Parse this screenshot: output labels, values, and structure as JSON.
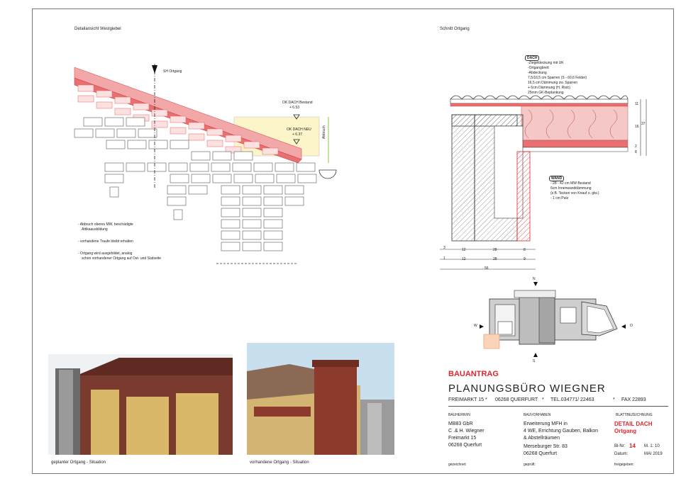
{
  "views": {
    "left_title": "Detailansicht Westgiebel",
    "right_title": "Schnitt Ortgang",
    "label_sh_ortgang": "SH Ortgang",
    "label_ok_dach_bestand": "OK DACH Bestand",
    "val_ok_dach_bestand": "+ 6.53",
    "label_ok_dach_neu": "OK DACH NEU",
    "val_ok_dach_neu": "+ 6.37",
    "label_abbruch": "Abbruch",
    "notes": [
      "- Abbruch oberes MW, beschädigte",
      "Attikaausbildung",
      "- vorhandene Traufe bleibt erhalten",
      "- Ortgang wird ausgebildet, analog",
      "schon vorhandener Ortgang auf Ost- und Südseite"
    ]
  },
  "section": {
    "dach_title": "DACH",
    "dach_lines": [
      "-Ziegeldeckung mit UK",
      "-Ortgangbrett",
      "-Abdeckung",
      "7,5/16,5 cm Sparren (S - 60,6 Felder)",
      "16,5 cm Dämmung zw. Sparren",
      "+ 6cm Dämmung (H. Rtxtr)",
      "25mm GK-Beplankung"
    ],
    "wand_title": "WAND",
    "wand_lines": [
      "- 28 - 42 cm MW Bestand",
      "6cm Innenwanddämmung",
      "(z.B. Tecken von Knauf o. glw.)",
      "- 1 cm Putz"
    ],
    "dims_right": [
      "11",
      "16",
      "37",
      "2",
      "8"
    ],
    "dims_row1": [
      "3",
      "12",
      "28",
      "8"
    ],
    "dims_row2": [
      "1",
      "12",
      "28",
      "9"
    ],
    "dims_total": "56"
  },
  "compass": {
    "n": "N",
    "s": "S",
    "w": "W",
    "o": "O"
  },
  "photos": {
    "left_caption": "geplanter Ortgang - Situation",
    "right_caption": "vorhandene Ortgang - Situation"
  },
  "title_block": {
    "bauantrag": "BAUANTRAG",
    "firm": "PLANUNGSBÜRO WIEGNER",
    "address": [
      "FREIMARKT 15",
      "*",
      "06268 QUERFURT",
      "*",
      "TEL.034771/ 22463",
      "*",
      "FAX 22893"
    ],
    "bauherr_label": "BAUHERR/IN",
    "bauherr": [
      "MB83 GbR",
      "C .& H. Wiegner",
      "Freimarkt 15",
      "06268 Querfurt"
    ],
    "vorhaben_label": "BAUVORHABEN",
    "vorhaben": [
      "Erweiterung MFH in",
      "4 WE, Errichtung Gauben, Balkon",
      "& Abstellräumen",
      "Merseburger Str. 83",
      "06268 Querfurt"
    ],
    "blatt_label": "BLATTBEZEICHNUNG",
    "blatt_line1": "DETAIL DACH",
    "blatt_line2": "Ortgang",
    "bl_nr_label": "Bl-Nr:",
    "bl_nr": "14",
    "massstab": "M. 1: 10",
    "datum_label": "Datum:",
    "datum": "MAI 2019",
    "gezeichnet": "gezeichnet:",
    "geprueft": "geprüft:",
    "freigegeben": "freigegeben:"
  },
  "colors": {
    "brick_red": "#e0262e",
    "roof_pink": "#f2a8a8",
    "insulation": "#f6c7c7",
    "old_wall": "#fbf5c9",
    "hatch": "#555555"
  }
}
